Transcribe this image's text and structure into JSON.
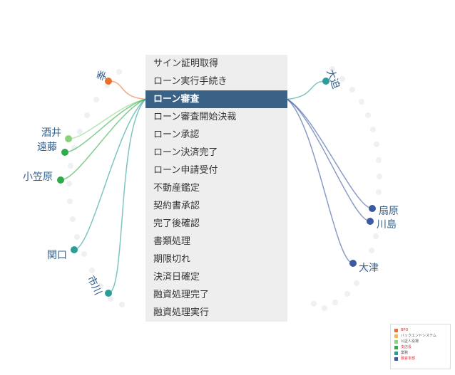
{
  "left_people": [
    {
      "label": "季",
      "dept": "BPO",
      "connected": true
    },
    {
      "label": "酒井",
      "dept": "公証人役場",
      "connected": true
    },
    {
      "label": "遠藤",
      "dept": "支店長",
      "connected": true
    },
    {
      "label": "小笠原",
      "dept": "支店長",
      "connected": true
    },
    {
      "label": "関口",
      "dept": "業務",
      "connected": true
    },
    {
      "label": "市川",
      "dept": "業務",
      "connected": true
    }
  ],
  "right_people": [
    {
      "label": "大迫",
      "dept": "業務",
      "connected": true
    },
    {
      "label": "扇原",
      "dept": "融資本部",
      "connected": true
    },
    {
      "label": "川島",
      "dept": "融資本部",
      "connected": true
    },
    {
      "label": "大津",
      "dept": "融資本部",
      "connected": true
    }
  ],
  "tasks": [
    "サイン証明取得",
    "ローン実行手続き",
    "ローン審査",
    "ローン審査開始決裁",
    "ローン承認",
    "ローン決済完了",
    "ローン申請受付",
    "不動産鑑定",
    "契約書承認",
    "完了後確認",
    "書類処理",
    "期限切れ",
    "決済日確定",
    "融資処理完了",
    "融資処理実行"
  ],
  "selected_task": "ローン審査",
  "legend": {
    "items": [
      {
        "label": "BPO",
        "color": "#e8702a"
      },
      {
        "label": "バックエンドシステム",
        "color": "#f5b64c"
      },
      {
        "label": "公証人役場",
        "color": "#8cd17d"
      },
      {
        "label": "支店長",
        "color": "#2eab4a"
      },
      {
        "label": "業務",
        "color": "#2a9d9a"
      },
      {
        "label": "融資本部",
        "color": "#3c5aa0"
      }
    ],
    "label_colors": {
      "BPO": "#e8272a",
      "支店長": "#e8272a",
      "融資本部": "#e8272a"
    }
  },
  "colors": {
    "selected_bg": "#3a6186",
    "panel_bg": "#eeeeee",
    "faded_label": "#c9cfd6",
    "faded_dot": "#eef0f2",
    "active_label": "#35608a"
  }
}
